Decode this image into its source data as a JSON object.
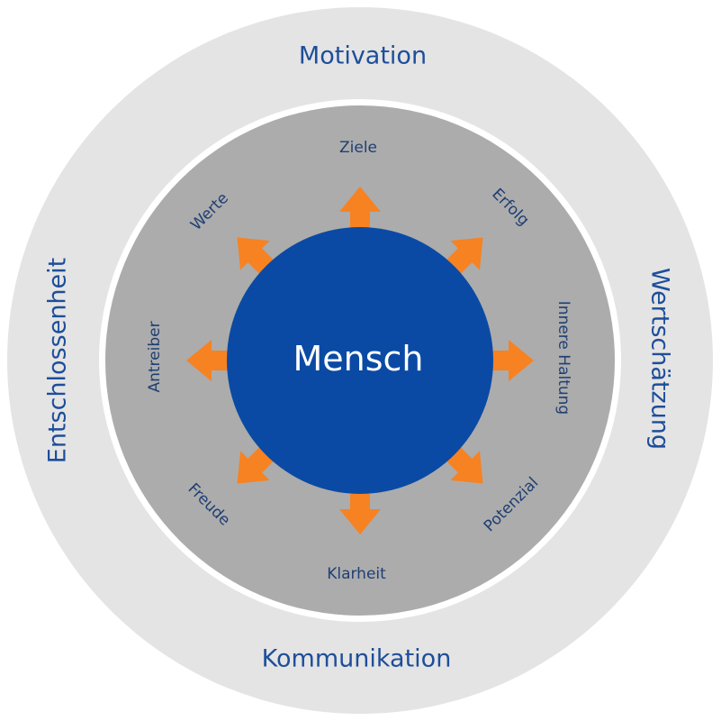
{
  "colors": {
    "outer_ring": "#e4e4e4",
    "separator": "#ffffff",
    "inner_ring": "#acacac",
    "center": "#0a4aa4",
    "arrow": "#f68222",
    "outer_text": "#1d4e9a",
    "inner_text": "#1f3f73",
    "center_text": "#ffffff"
  },
  "outer_labels": {
    "top": "Motivation",
    "right": "Wertschätzung",
    "bottom": "Kommunikation",
    "left": "Entschlossenheit"
  },
  "inner_labels": {
    "n": "Ziele",
    "ne": "Erfolg",
    "e": "Innere Haltung",
    "se": "Potenzial",
    "s": "Klarheit",
    "sw": "Freude",
    "w": "Antreiber",
    "nw": "Werte"
  },
  "center_label": "Mensch",
  "arrows": [
    {
      "name": "arrow-n-icon"
    },
    {
      "name": "arrow-ne-icon"
    },
    {
      "name": "arrow-e-icon"
    },
    {
      "name": "arrow-se-icon"
    },
    {
      "name": "arrow-s-icon"
    },
    {
      "name": "arrow-sw-icon"
    },
    {
      "name": "arrow-w-icon"
    },
    {
      "name": "arrow-nw-icon"
    }
  ]
}
